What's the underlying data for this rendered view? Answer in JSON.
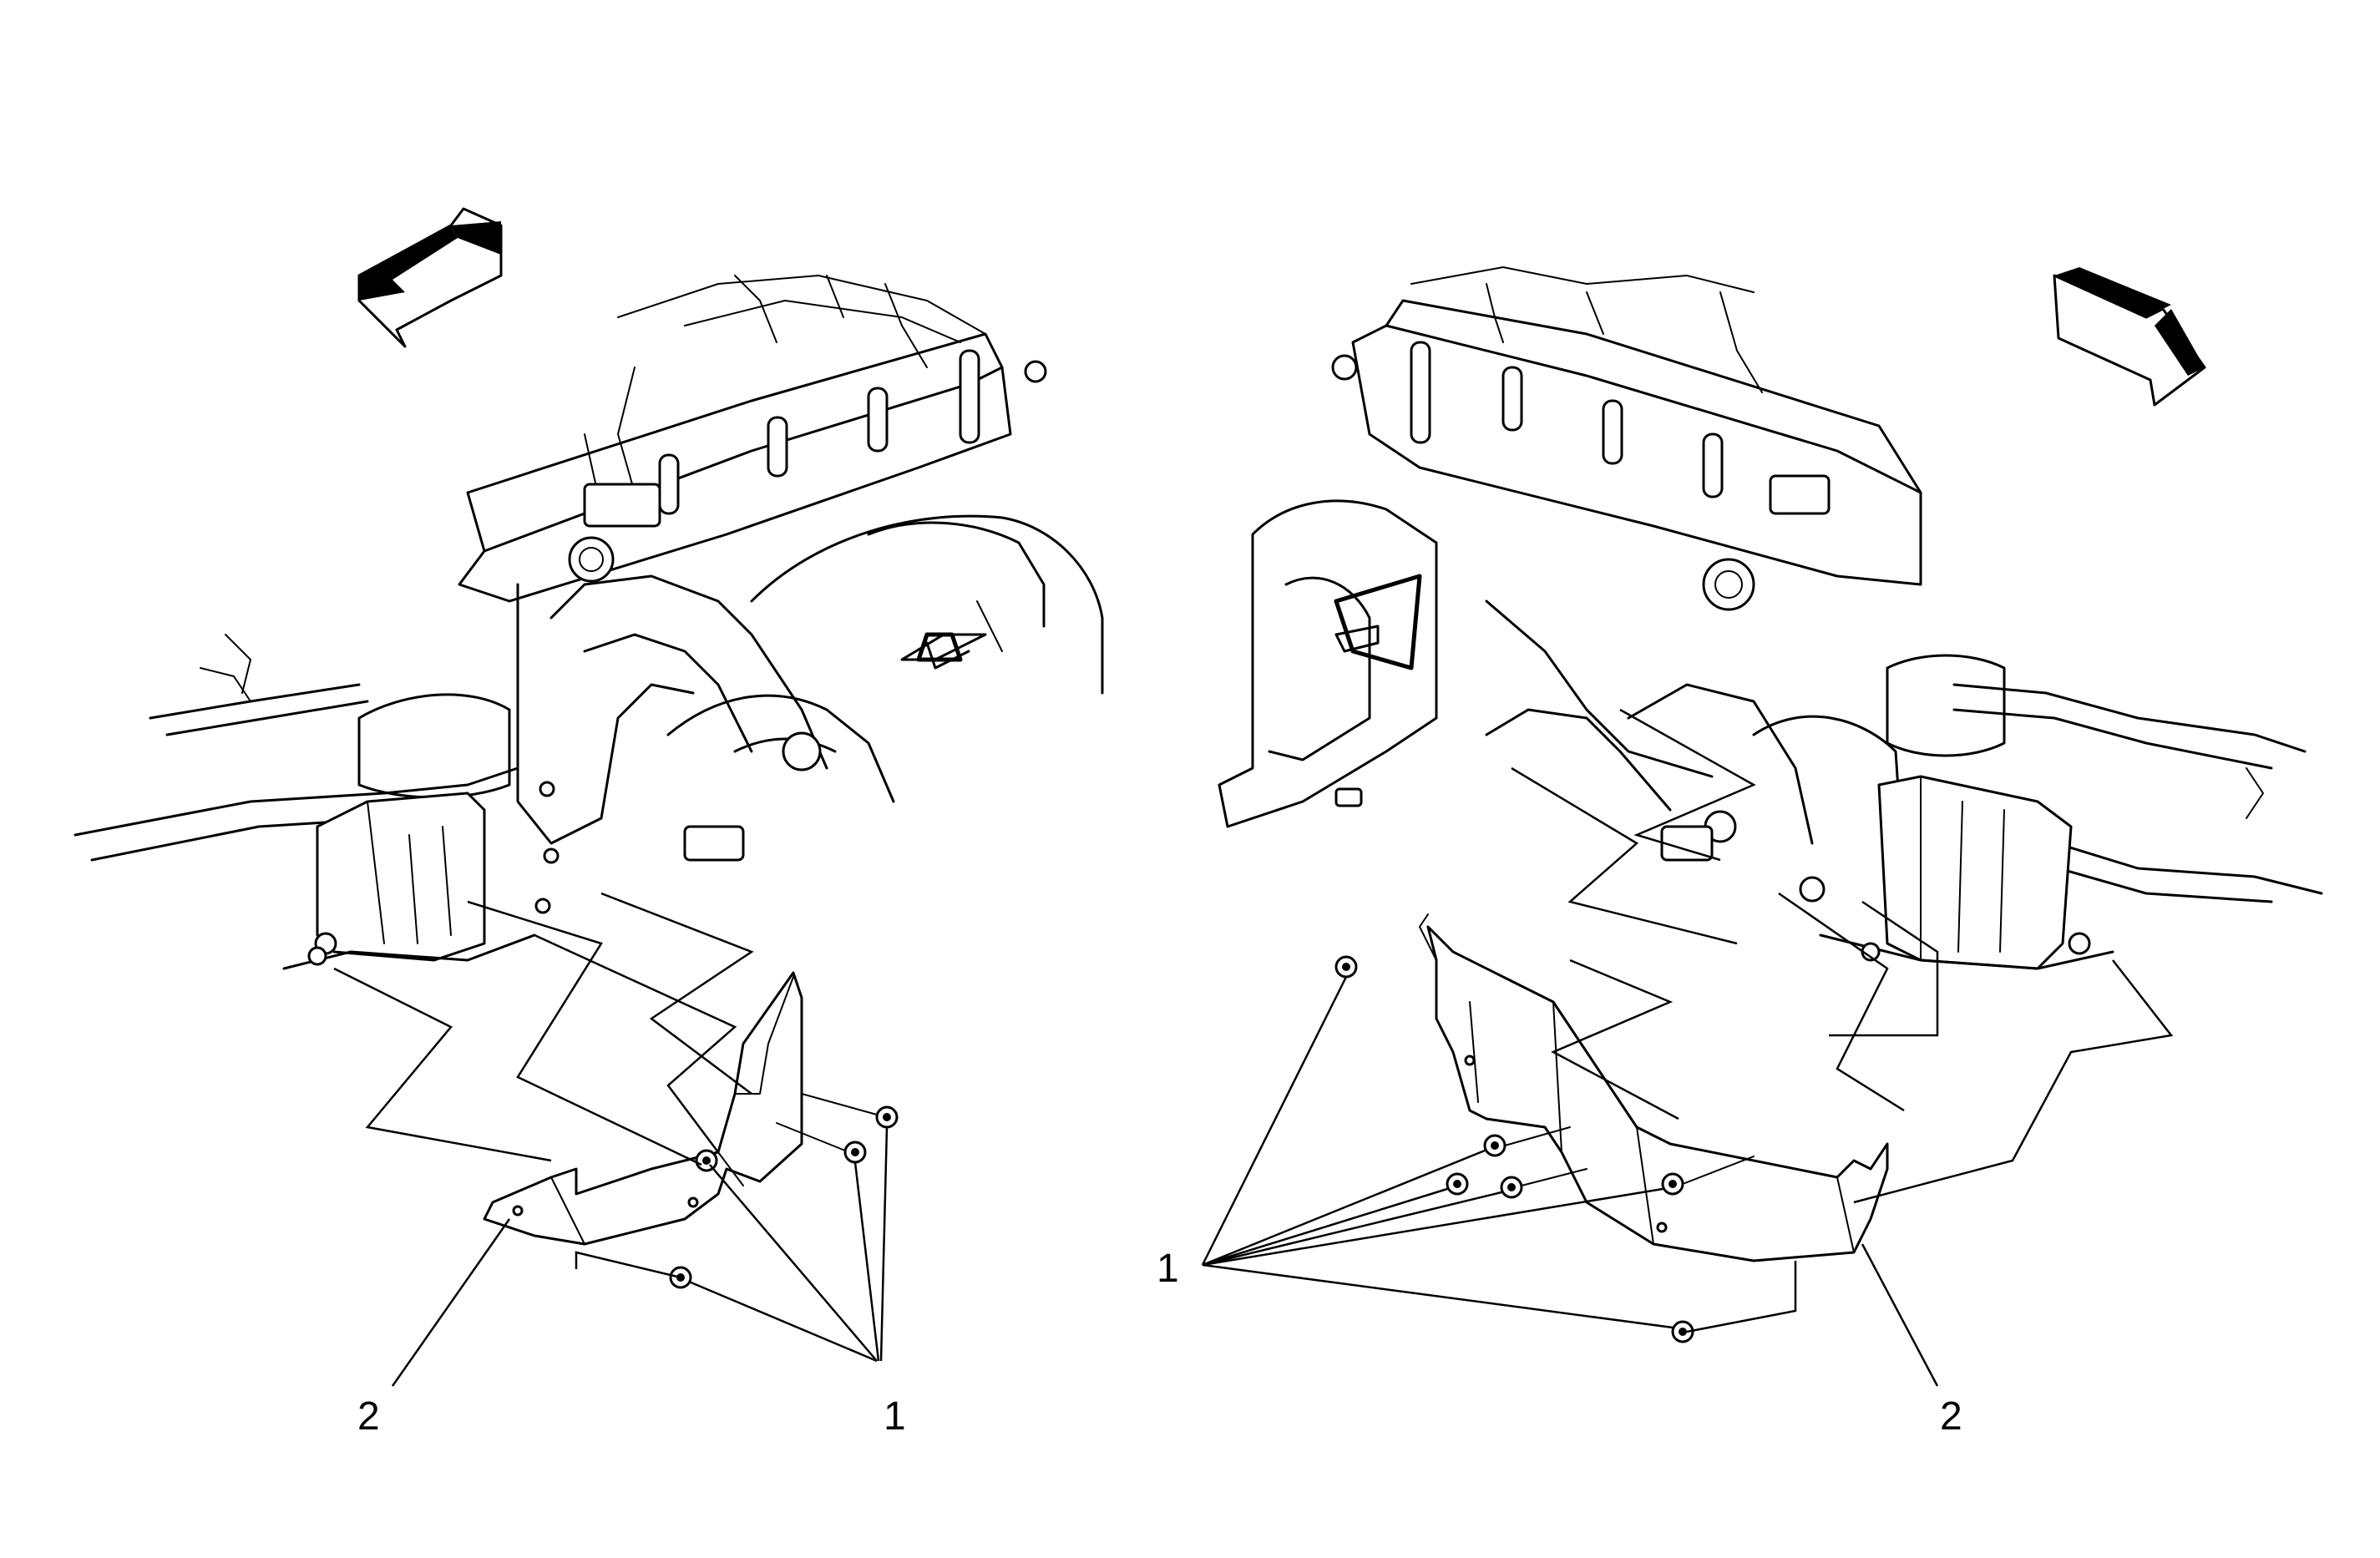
{
  "diagram": {
    "left_view": {
      "callouts": [
        {
          "id": "fastener",
          "label": "1"
        },
        {
          "id": "panel",
          "label": "2"
        }
      ]
    },
    "right_view": {
      "callouts": [
        {
          "id": "fastener",
          "label": "1"
        },
        {
          "id": "panel",
          "label": "2"
        }
      ]
    },
    "arrows": {
      "left": "forward-direction-arrow-left",
      "right": "forward-direction-arrow-right"
    }
  }
}
